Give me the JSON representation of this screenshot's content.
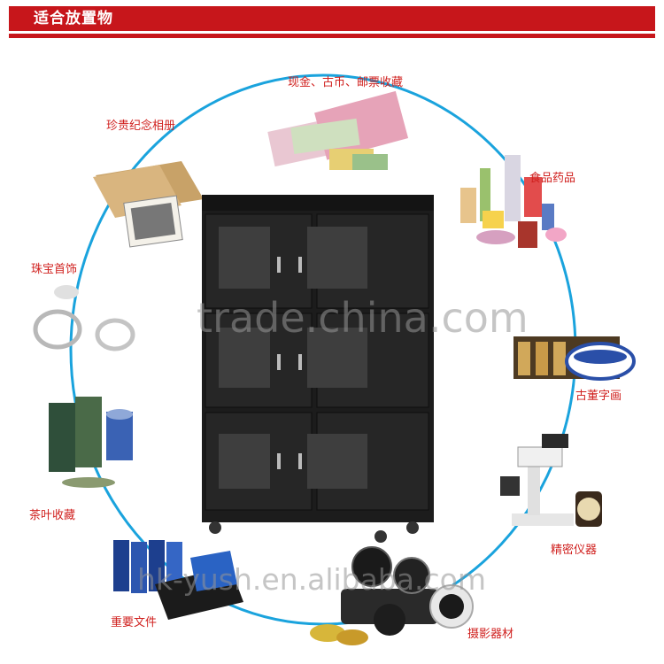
{
  "header": {
    "title": "适合放置物"
  },
  "items": [
    {
      "label": "现金、古币、邮票收藏"
    },
    {
      "label": "食品药品"
    },
    {
      "label": "古董字画"
    },
    {
      "label": "精密仪器"
    },
    {
      "label": "摄影器材"
    },
    {
      "label": "重要文件"
    },
    {
      "label": "茶叶收藏"
    },
    {
      "label": "珠宝首饰"
    },
    {
      "label": "珍贵纪念相册"
    }
  ],
  "watermarks": {
    "center": "trade.china.com",
    "bottom": "hk-yush.en.alibaba.com"
  },
  "colors": {
    "accent": "#c7161b",
    "circle": "#1aa3dd",
    "cabinet": "#1c1c1c"
  }
}
